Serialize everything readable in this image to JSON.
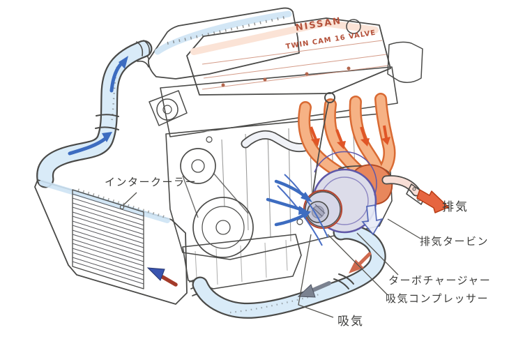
{
  "illustration": {
    "title": "turbocharged-engine-airflow-diagram",
    "engine_cover": {
      "brand": "NISSAN",
      "model_text": "TWIN CAM 16 VALVE"
    },
    "labels": {
      "intercooler": "インタークーラー",
      "exhaust": "排気",
      "exhaust_turbine": "排気タービン",
      "turbocharger": "ターボチャージャー",
      "intake_compressor": "吸気コンプレッサー",
      "intake": "吸気"
    },
    "colors": {
      "cam_cover": "#f5c7ae",
      "cam_cover_text": "#b4513a",
      "engine_metal": "#e4e5ef",
      "exhaust_manifold": "#f4a873",
      "exhaust_accent": "#e05a28",
      "turbine_housing": "#e8875c",
      "intake_pipe_fill": "#d9ebf8",
      "intake_arrow": "#3d6cc0",
      "turbo_outline": "#5f58a8",
      "pencil_outline": "#4a4a48",
      "label_text": "#3b3b39"
    }
  }
}
